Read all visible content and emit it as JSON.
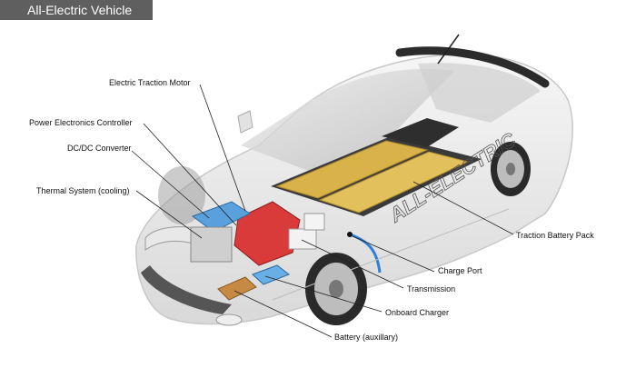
{
  "title": "All-Electric Vehicle",
  "car_badge": "ALL-ELECTRIC",
  "labels": {
    "motor": "Electric Traction Motor",
    "power_electronics": "Power Electronics Controller",
    "dcdc": "DC/DC Converter",
    "thermal": "Thermal System (cooling)",
    "battery_pack": "Traction Battery Pack",
    "charge_port": "Charge Port",
    "transmission": "Transmission",
    "onboard_charger": "Onboard Charger",
    "battery_aux": "Battery (auxillary)"
  },
  "colors": {
    "title_bg": "#5f5f5f",
    "battery_cells": "#d9b24a",
    "motor_red": "#d93a3a",
    "converter_blue": "#5aa0dc",
    "cable_blue": "#2f7fd6"
  }
}
